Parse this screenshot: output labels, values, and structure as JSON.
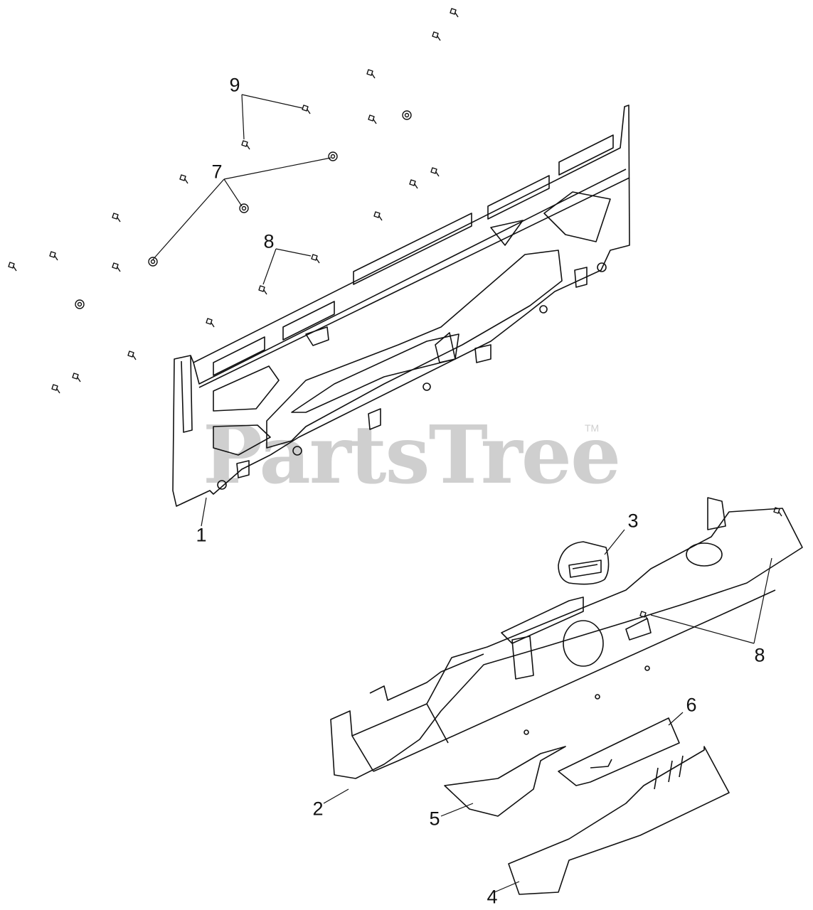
{
  "watermark": {
    "text": "PartsTree",
    "mark": "TM"
  },
  "callouts": [
    "1",
    "2",
    "3",
    "4",
    "5",
    "6",
    "7",
    "8",
    "8",
    "9"
  ],
  "colors": {
    "line": "#111111",
    "watermark": "#cfcfcf",
    "background": "#ffffff"
  }
}
